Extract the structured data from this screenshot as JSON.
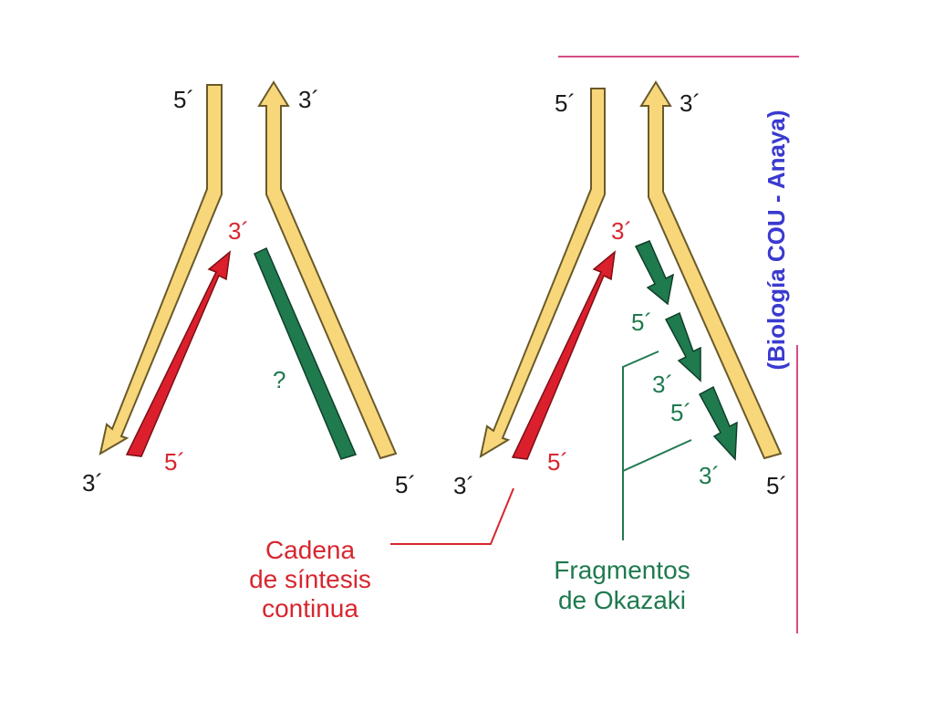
{
  "colors": {
    "parent_strand": "#f7d77a",
    "parent_outline": "#6a5a2a",
    "leading_strand": "#dc1f2c",
    "lagging_strand": "#1f7a4e",
    "label_black": "#1a1a1a",
    "label_red": "#d7262e",
    "label_green": "#1f7a4e",
    "credit_blue": "#3a3ad0",
    "border_magenta": "#c8105a"
  },
  "left_fork": {
    "top_left": "5´",
    "top_right": "3´",
    "new_end": "3´",
    "question": "?",
    "bottom_left": "3´",
    "bottom_mid": "5´",
    "bottom_right": "5´"
  },
  "right_fork": {
    "top_left": "5´",
    "top_right": "3´",
    "new_end": "3´",
    "frag_5a": "5´",
    "frag_3a": "3´",
    "frag_5b": "5´",
    "frag_3b": "3´",
    "bottom_left": "3´",
    "bottom_mid": "5´",
    "bottom_right": "5´"
  },
  "captions": {
    "leading": [
      "Cadena",
      "de síntesis",
      "continua"
    ],
    "lagging": [
      "Fragmentos",
      "de Okazaki"
    ]
  },
  "credit": "(Biología COU - Anaya)"
}
